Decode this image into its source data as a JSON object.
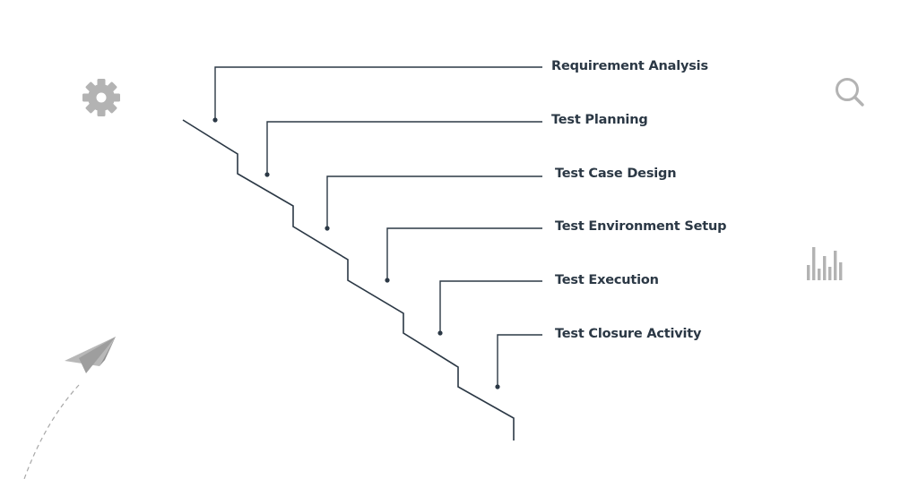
{
  "diagram": {
    "stages": [
      {
        "label": "Requirement Analysis"
      },
      {
        "label": "Test Planning"
      },
      {
        "label": "Test Case Design"
      },
      {
        "label": "Test Environment Setup"
      },
      {
        "label": "Test Execution"
      },
      {
        "label": "Test Closure Activity"
      }
    ]
  },
  "colors": {
    "line": "#2b3845",
    "icon": "#b3b3b3",
    "text": "#2b3845"
  },
  "icons": {
    "top_left": "gear-icon",
    "top_right": "search-icon",
    "middle_right": "bar-chart-icon",
    "bottom_left": "paper-plane-icon"
  }
}
